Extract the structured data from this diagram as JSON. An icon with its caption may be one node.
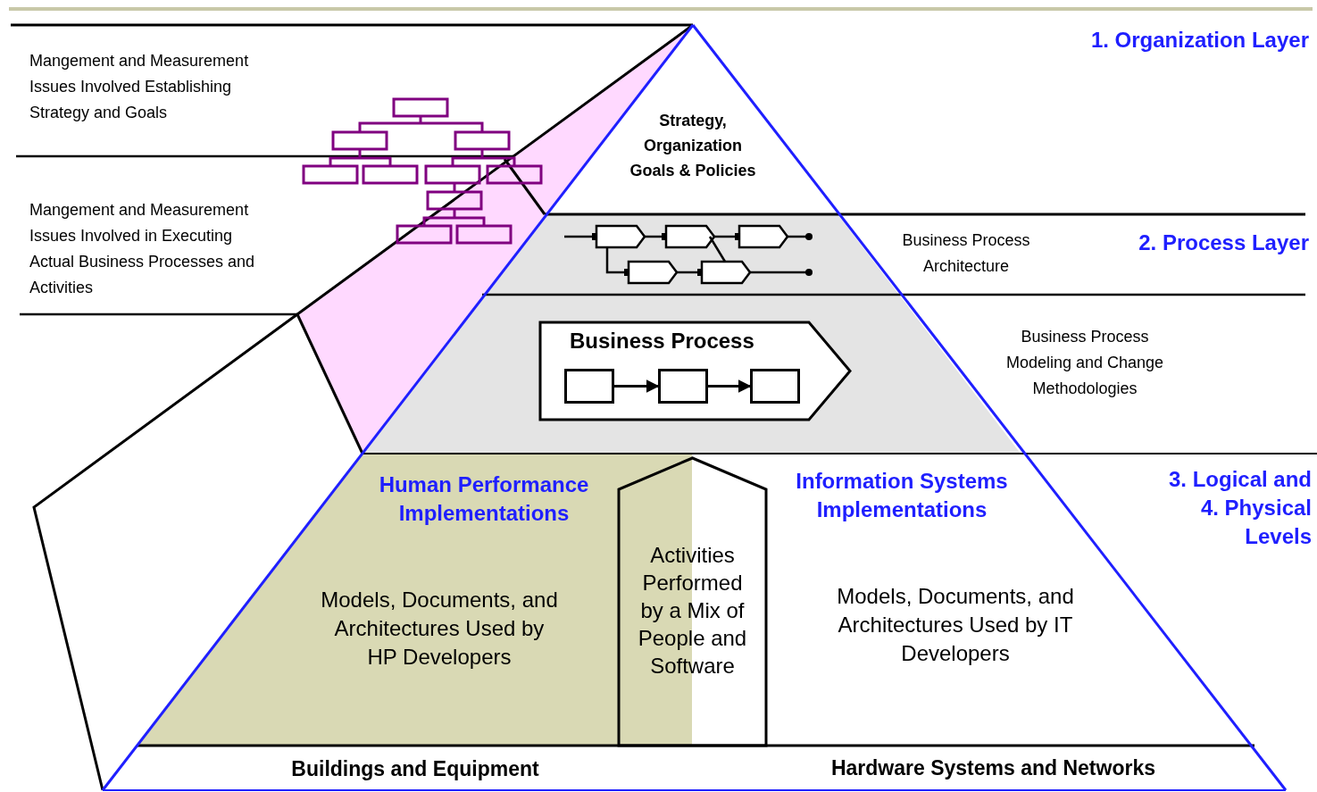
{
  "diagram": {
    "nodes": [
      {
        "text": [
          "Business Process"
        ]
      },
      {
        "text": [],
        "shape": "box",
        "in": 0
      },
      {
        "text": [],
        "shape": "box",
        "in": 0
      },
      {
        "text": [],
        "shape": "box",
        "in": 0
      },
      {
        "text": [
          "Activities Performed by a Mix of People and Software"
        ]
      }
    ],
    "edges": [
      {
        "from": 1,
        "to": 2,
        "arrow": "to"
      },
      {
        "from": 2,
        "to": 3,
        "arrow": "to"
      }
    ],
    "labels": [
      "1. Organization Layer",
      "Mangement and Measurement Issues Involved Establishing Strategy and Goals",
      "Strategy, Organization Goals & Policies",
      "Mangement and Measurement Issues Involved in Executing Actual Business Processes and Activities",
      "Business Process Architecture",
      "2. Process Layer",
      "Business Process Modeling and Change Methodologies",
      "Human Performance Implementations",
      "Information Systems Implementations",
      "3. Logical and 4. Physical Levels",
      "Models, Documents, and Architectures Used by HP Developers",
      "Models, Documents, and Architectures Used by IT Developers",
      "Buildings and Equipment",
      "Hardware Systems and Networks"
    ]
  }
}
